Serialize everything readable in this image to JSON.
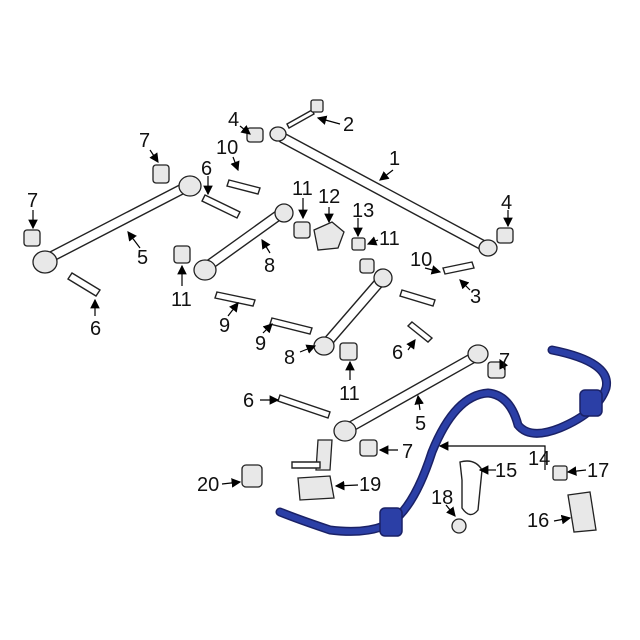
{
  "diagram": {
    "title": "Rear suspension components exploded view",
    "stabilizer_color": "#2b3fa6",
    "callouts": [
      "1",
      "2",
      "3",
      "4",
      "4",
      "5",
      "5",
      "6",
      "6",
      "6",
      "6",
      "7",
      "7",
      "7",
      "7",
      "8",
      "8",
      "9",
      "9",
      "10",
      "10",
      "11",
      "11",
      "11",
      "11",
      "12",
      "13",
      "14",
      "15",
      "16",
      "17",
      "18",
      "19",
      "20"
    ]
  }
}
